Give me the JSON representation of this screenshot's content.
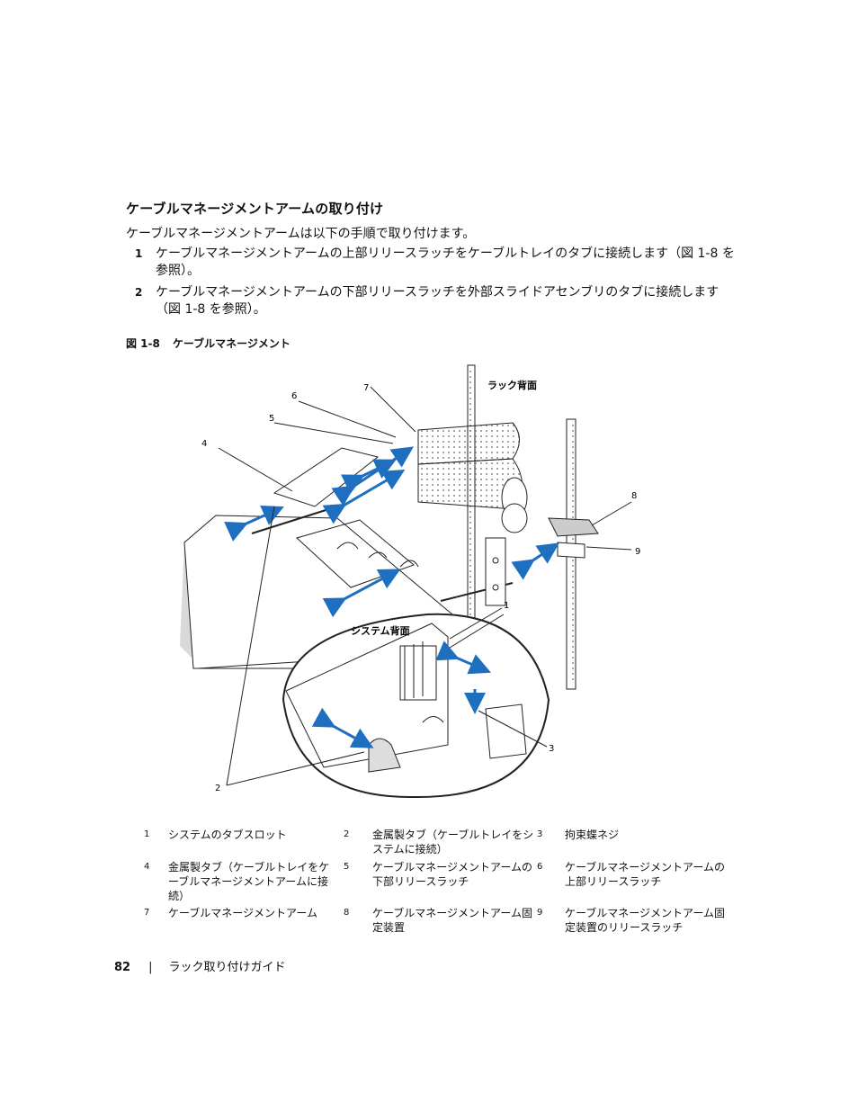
{
  "section": {
    "heading": "ケーブルマネージメントアームの取り付け",
    "intro": "ケーブルマネージメントアームは以下の手順で取り付けます。",
    "steps": [
      {
        "num": "1",
        "text": "ケーブルマネージメントアームの上部リリースラッチをケーブルトレイのタブに接続します（図 1-8 を参照）。"
      },
      {
        "num": "2",
        "text": "ケーブルマネージメントアームの下部リリースラッチを外部スライドアセンブリのタブに接続します（図 1-8 を参照）。"
      }
    ]
  },
  "figure": {
    "number": "図 1-8",
    "title": "ケーブルマネージメント",
    "label_rack_rear": "ラック背面",
    "label_system_rear": "システム背面",
    "callouts": [
      "1",
      "2",
      "3",
      "4",
      "5",
      "6",
      "7",
      "8",
      "9"
    ]
  },
  "legend": [
    {
      "num": "1",
      "text": "システムのタブスロット"
    },
    {
      "num": "2",
      "text": "金属製タブ（ケーブルトレイをシステムに接続）"
    },
    {
      "num": "3",
      "text": "拘束蝶ネジ"
    },
    {
      "num": "4",
      "text": "金属製タブ（ケーブルトレイをケーブルマネージメントアームに接続）"
    },
    {
      "num": "5",
      "text": "ケーブルマネージメントアームの下部リリースラッチ"
    },
    {
      "num": "6",
      "text": "ケーブルマネージメントアームの上部リリースラッチ"
    },
    {
      "num": "7",
      "text": "ケーブルマネージメントアーム"
    },
    {
      "num": "8",
      "text": "ケーブルマネージメントアーム固定装置"
    },
    {
      "num": "9",
      "text": "ケーブルマネージメントアーム固定装置のリリースラッチ"
    }
  ],
  "footer": {
    "page": "82",
    "separator": "|",
    "title": "ラック取り付けガイド"
  },
  "colors": {
    "arrow_blue": "#1f6fc0",
    "line": "#222222",
    "gray_fill": "#d9d9d9"
  }
}
